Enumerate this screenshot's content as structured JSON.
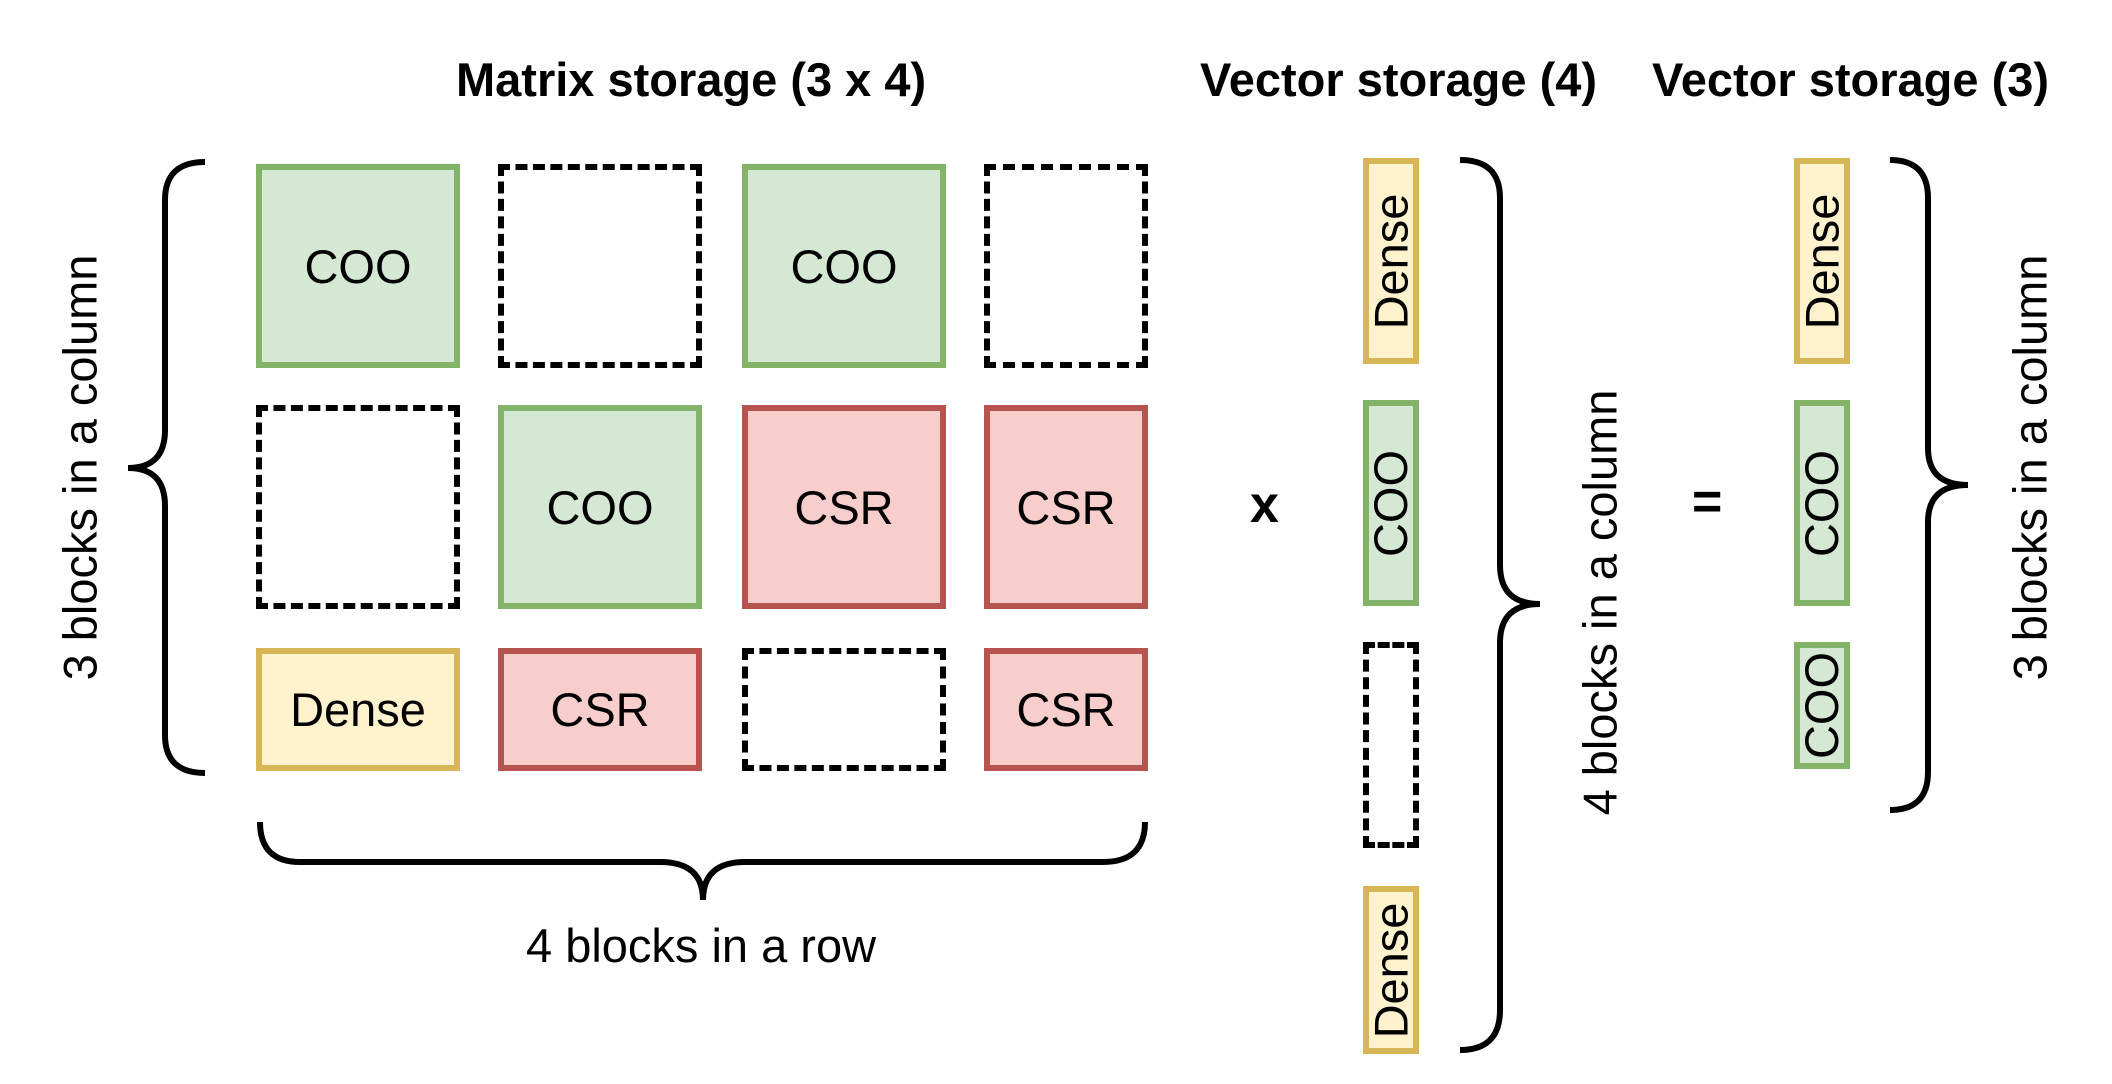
{
  "headings": {
    "matrix": "Matrix storage (3 x 4)",
    "vector_in": "Vector storage (4)",
    "vector_out": "Vector storage (3)"
  },
  "labels": {
    "matrix_rows": "3 blocks in a column",
    "matrix_cols": "4 blocks in a row",
    "vector_in_count": "4 blocks in a column",
    "vector_out_count": "3 blocks in a column"
  },
  "operators": {
    "multiply": "x",
    "equals": "="
  },
  "matrix": [
    [
      "COO",
      "",
      "COO",
      ""
    ],
    [
      "",
      "COO",
      "CSR",
      "CSR"
    ],
    [
      "Dense",
      "CSR",
      "",
      "CSR"
    ]
  ],
  "vector_in": [
    "Dense",
    "COO",
    "",
    "Dense"
  ],
  "vector_out": [
    "Dense",
    "COO",
    "COO"
  ],
  "colors": {
    "COO": {
      "fill": "#d5e8d4",
      "stroke": "#82b366"
    },
    "CSR": {
      "fill": "#f8cecc",
      "stroke": "#b85450"
    },
    "Dense": {
      "fill": "#fff2cc",
      "stroke": "#d6b656"
    }
  }
}
